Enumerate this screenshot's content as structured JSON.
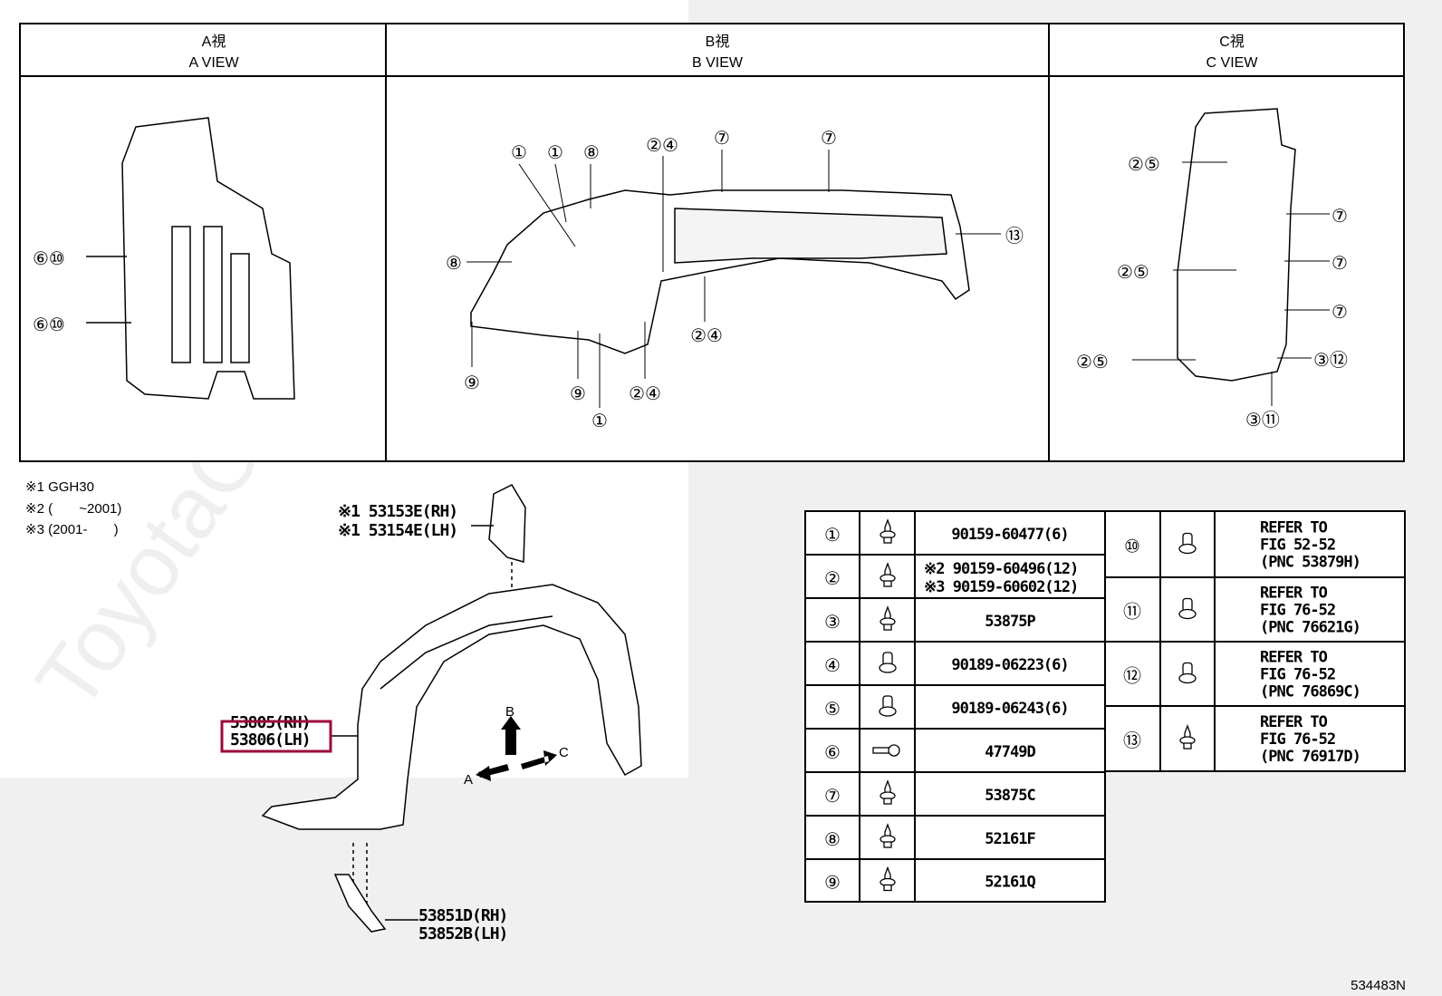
{
  "views": [
    {
      "jp": "A視",
      "en": "A VIEW"
    },
    {
      "jp": "B視",
      "en": "B VIEW"
    },
    {
      "jp": "C視",
      "en": "C VIEW"
    }
  ],
  "a_view_callouts": [
    "⑥⑩",
    "⑥⑩"
  ],
  "b_view_callouts": [
    "①",
    "①",
    "⑧",
    "②④",
    "⑦",
    "⑦",
    "⑬",
    "⑧",
    "②④",
    "⑨",
    "⑨",
    "①",
    "②④"
  ],
  "c_view_callouts": [
    "②⑤",
    "②⑤",
    "②⑤",
    "⑦",
    "⑦",
    "⑦",
    "③⑫",
    "③⑪"
  ],
  "notes": [
    "※1 GGH30",
    "※2 (       ~2001)",
    "※3 (2001-       )"
  ],
  "parts": {
    "bracket_rh": "※1 53153E(RH)",
    "bracket_lh": "※1 53154E(LH)",
    "liner_rh": "53805(RH)",
    "liner_lh": "53806(LH)",
    "lower_rh": "53851D(RH)",
    "lower_lh": "53852B(LH)"
  },
  "arrows": {
    "a": "A",
    "b": "B",
    "c": "C"
  },
  "highlight_color": "#9b0a3a",
  "watermark": "ToyotaCarMine.ru",
  "fastener_table_left": [
    {
      "num": "①",
      "icon": "screw-grommet-icon",
      "part": "90159-60477(6)"
    },
    {
      "num": "②",
      "icon": "screw-grommet-icon",
      "part_lines": [
        "※2 90159-60496(12)",
        "※3 90159-60602(12)"
      ]
    },
    {
      "num": "③",
      "icon": "screw-grommet-icon",
      "part": "53875P"
    },
    {
      "num": "④",
      "icon": "clip-nut-icon",
      "part": "90189-06223(6)"
    },
    {
      "num": "⑤",
      "icon": "clip-nut-icon",
      "part": "90189-06243(6)"
    },
    {
      "num": "⑥",
      "icon": "cable-clamp-icon",
      "part": "47749D"
    },
    {
      "num": "⑦",
      "icon": "push-clip-icon",
      "part": "53875C"
    },
    {
      "num": "⑧",
      "icon": "push-rivet-icon",
      "part": "52161F"
    },
    {
      "num": "⑨",
      "icon": "push-rivet-icon",
      "part": "52161Q"
    }
  ],
  "fastener_table_right": [
    {
      "num": "⑩",
      "icon": "clip-icon",
      "lines": [
        "REFER TO",
        "FIG 52-52",
        "(PNC 53879H)"
      ]
    },
    {
      "num": "⑪",
      "icon": "clip-nut-icon",
      "lines": [
        "REFER TO",
        "FIG 76-52",
        "(PNC 76621G)"
      ]
    },
    {
      "num": "⑫",
      "icon": "clip-nut-icon",
      "lines": [
        "REFER TO",
        "FIG 76-52",
        "(PNC 76869C)"
      ]
    },
    {
      "num": "⑬",
      "icon": "push-rivet-icon",
      "lines": [
        "REFER TO",
        "FIG 76-52",
        "(PNC 76917D)"
      ]
    }
  ],
  "figure_id": "534483N"
}
